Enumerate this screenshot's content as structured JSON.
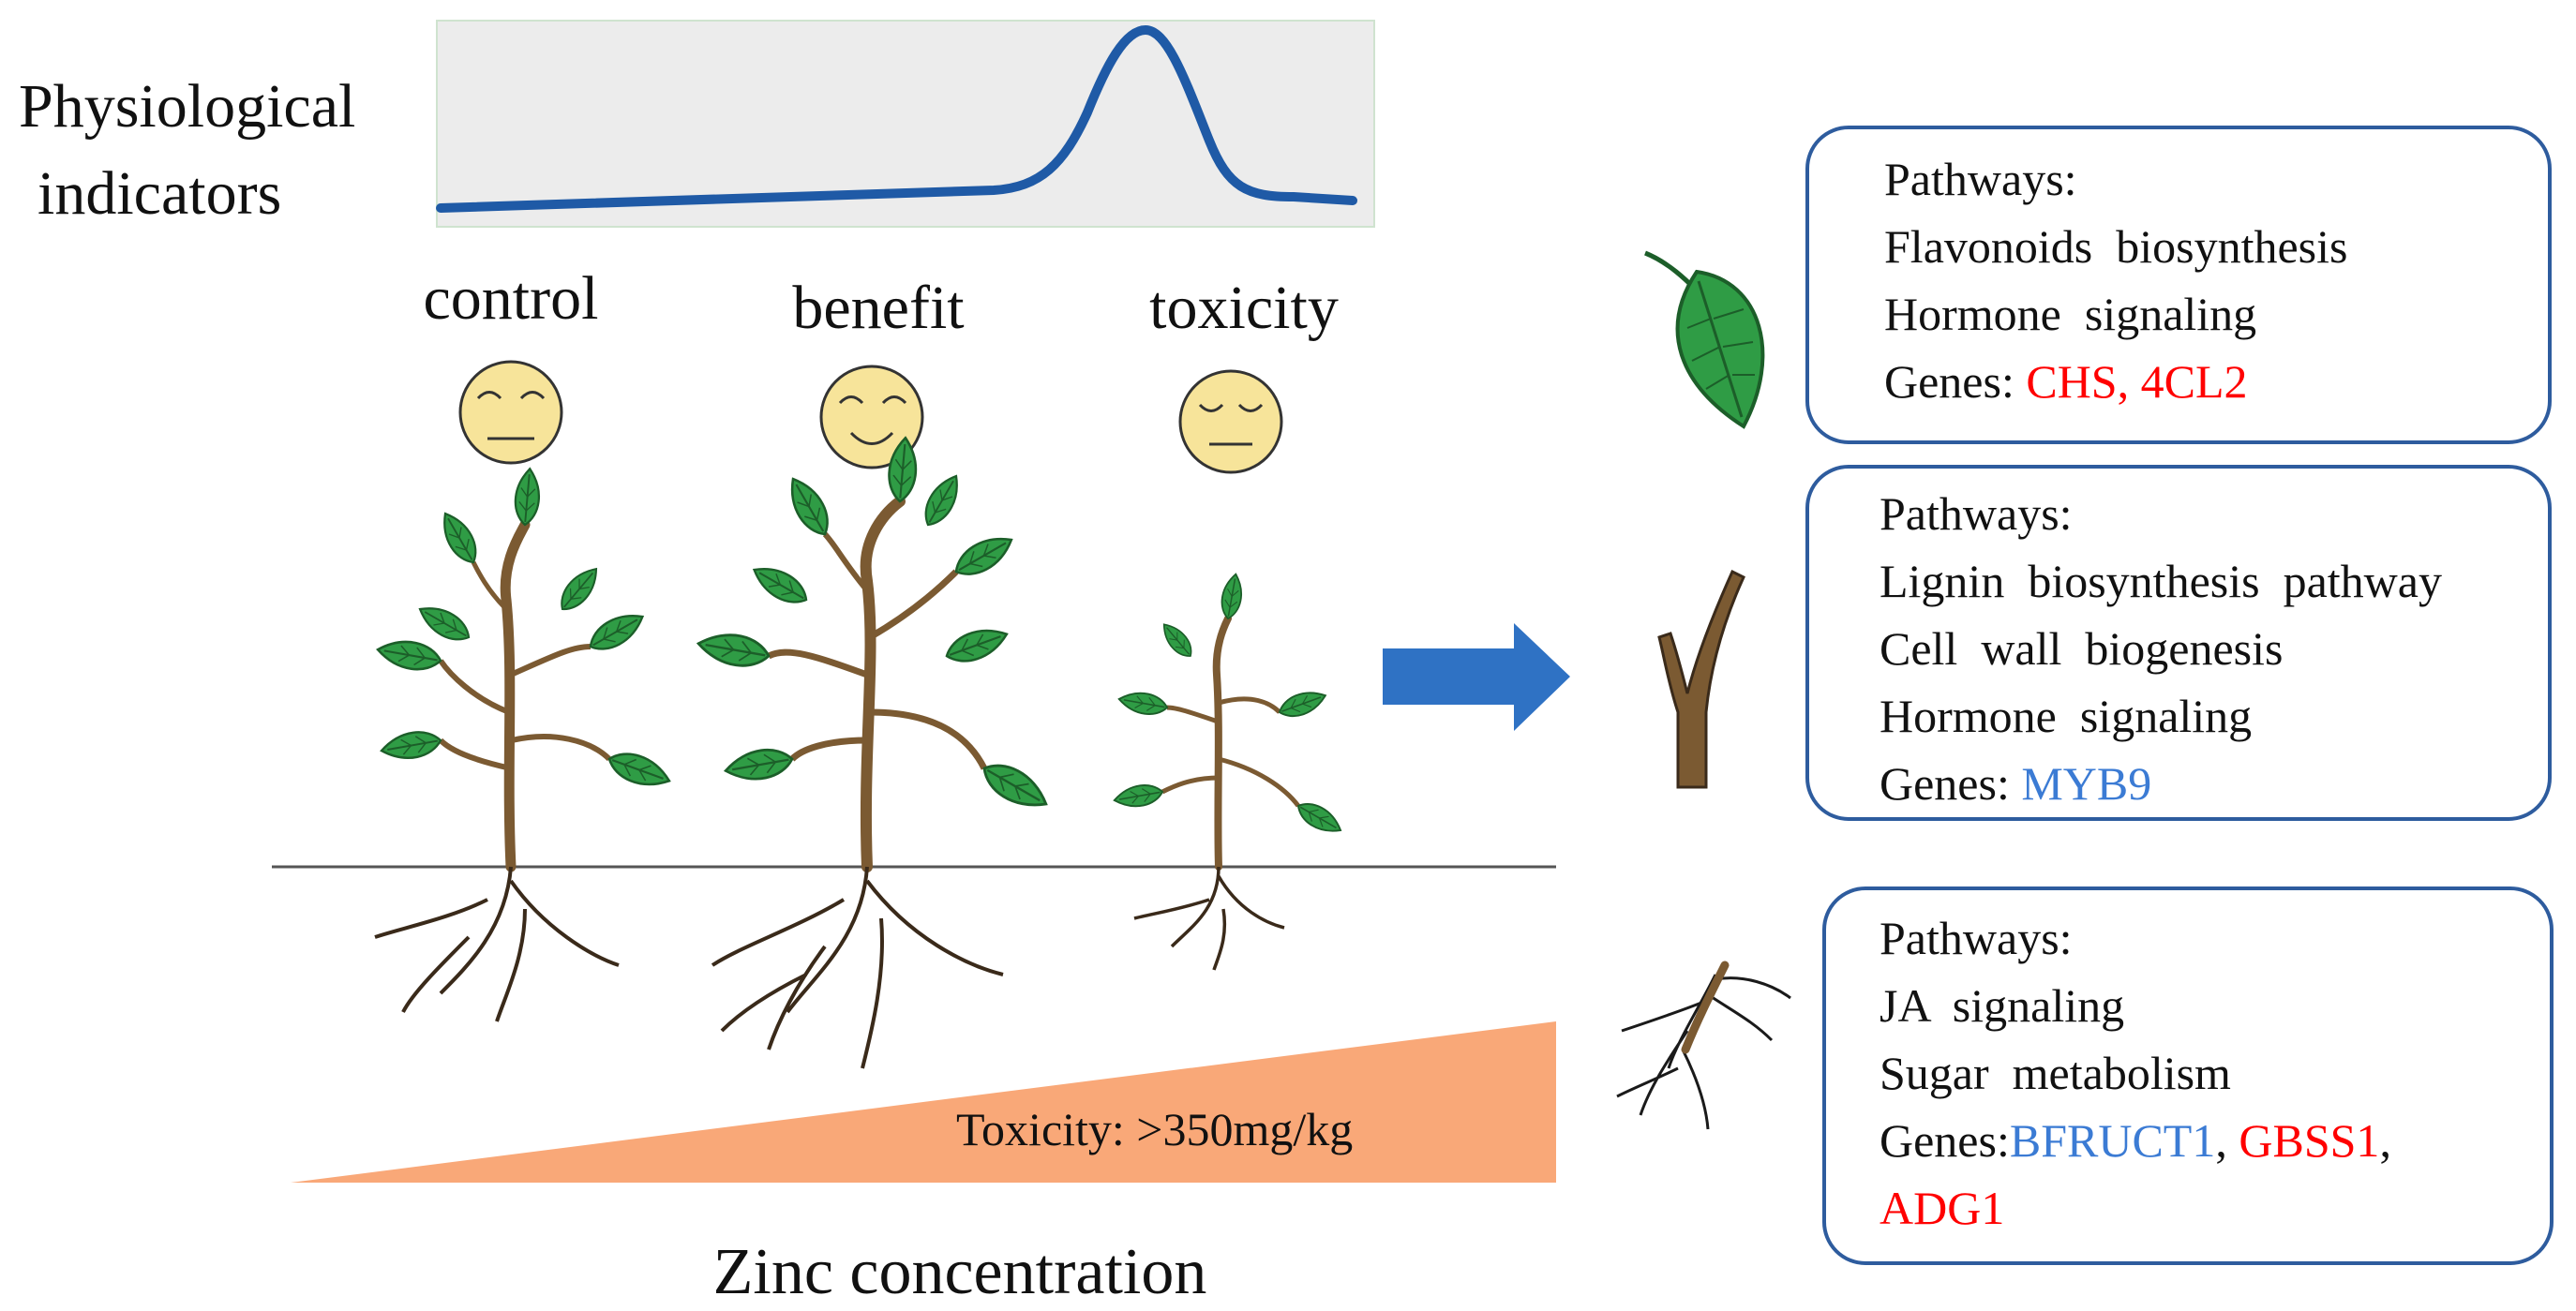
{
  "left": {
    "physio_label_line1": "Physiological",
    "physio_label_line2": "indicators",
    "stages": [
      {
        "label": "control",
        "face": "neutral"
      },
      {
        "label": "benefit",
        "face": "happy"
      },
      {
        "label": "toxicity",
        "face": "sleepy"
      }
    ],
    "toxicity_threshold": "Toxicity:  >350mg/kg",
    "x_axis_label": "Zinc concentration"
  },
  "panels": {
    "leaf": {
      "title": "Pathways:",
      "pathways": [
        "Flavonoids  biosynthesis",
        "Hormone  signaling"
      ],
      "genes_label": "Genes:",
      "genes": [
        {
          "name": "CHS, 4CL2",
          "color": "#ff0000"
        }
      ]
    },
    "stem": {
      "title": "Pathways:",
      "pathways": [
        "Lignin  biosynthesis  pathway",
        "Cell  wall  biogenesis",
        "Hormone  signaling"
      ],
      "genes_label": "Genes:",
      "genes": [
        {
          "name": "MYB9",
          "color": "#3b7bd4"
        }
      ]
    },
    "root": {
      "title": "Pathways:",
      "pathways": [
        "JA  signaling",
        "Sugar  metabolism"
      ],
      "genes_label": "Genes:",
      "genes": [
        {
          "name": "BFRUCT1",
          "color": "#3b7bd4"
        },
        {
          "name": "GBSS1",
          "color": "#ff0000"
        },
        {
          "name": "ADG1",
          "color": "#ff0000"
        }
      ]
    }
  },
  "colors": {
    "curve": "#1f5aa6",
    "chart_bg": "#ececec",
    "panel_border": "#2e5c9e",
    "arrow": "#2f72c4",
    "wedge": "#f9a878",
    "face": "#f7e49a",
    "leaf": "#2f9c45",
    "stem": "#7b5a32",
    "gene_red": "#ff0000",
    "gene_blue": "#3b7bd4"
  },
  "icons": [
    "neutral-face-icon",
    "happy-face-icon",
    "sleepy-face-icon",
    "leaf-icon",
    "stem-icon",
    "root-icon",
    "right-arrow-icon"
  ]
}
